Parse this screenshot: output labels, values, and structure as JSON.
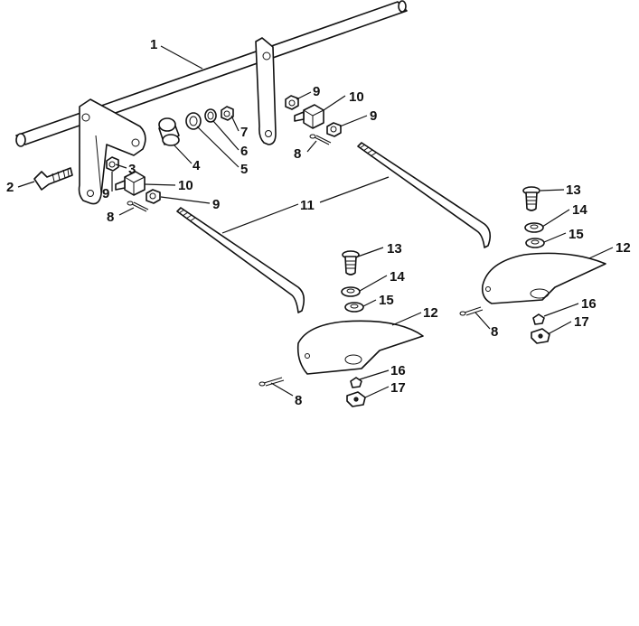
{
  "callouts": [
    {
      "label": "1"
    },
    {
      "label": "2"
    },
    {
      "label": "3"
    },
    {
      "label": "4"
    },
    {
      "label": "5"
    },
    {
      "label": "6"
    },
    {
      "label": "7"
    },
    {
      "label": "9"
    },
    {
      "label": "10"
    },
    {
      "label": "9"
    },
    {
      "label": "8"
    },
    {
      "label": "9"
    },
    {
      "label": "10"
    },
    {
      "label": "9"
    },
    {
      "label": "8"
    },
    {
      "label": "11"
    },
    {
      "label": "13"
    },
    {
      "label": "14"
    },
    {
      "label": "15"
    },
    {
      "label": "12"
    },
    {
      "label": "8"
    },
    {
      "label": "16"
    },
    {
      "label": "17"
    },
    {
      "label": "13"
    },
    {
      "label": "14"
    },
    {
      "label": "15"
    },
    {
      "label": "12"
    },
    {
      "label": "16"
    },
    {
      "label": "8"
    },
    {
      "label": "17"
    }
  ],
  "colors": {
    "ink": "#111111",
    "paper": "#ffffff"
  }
}
